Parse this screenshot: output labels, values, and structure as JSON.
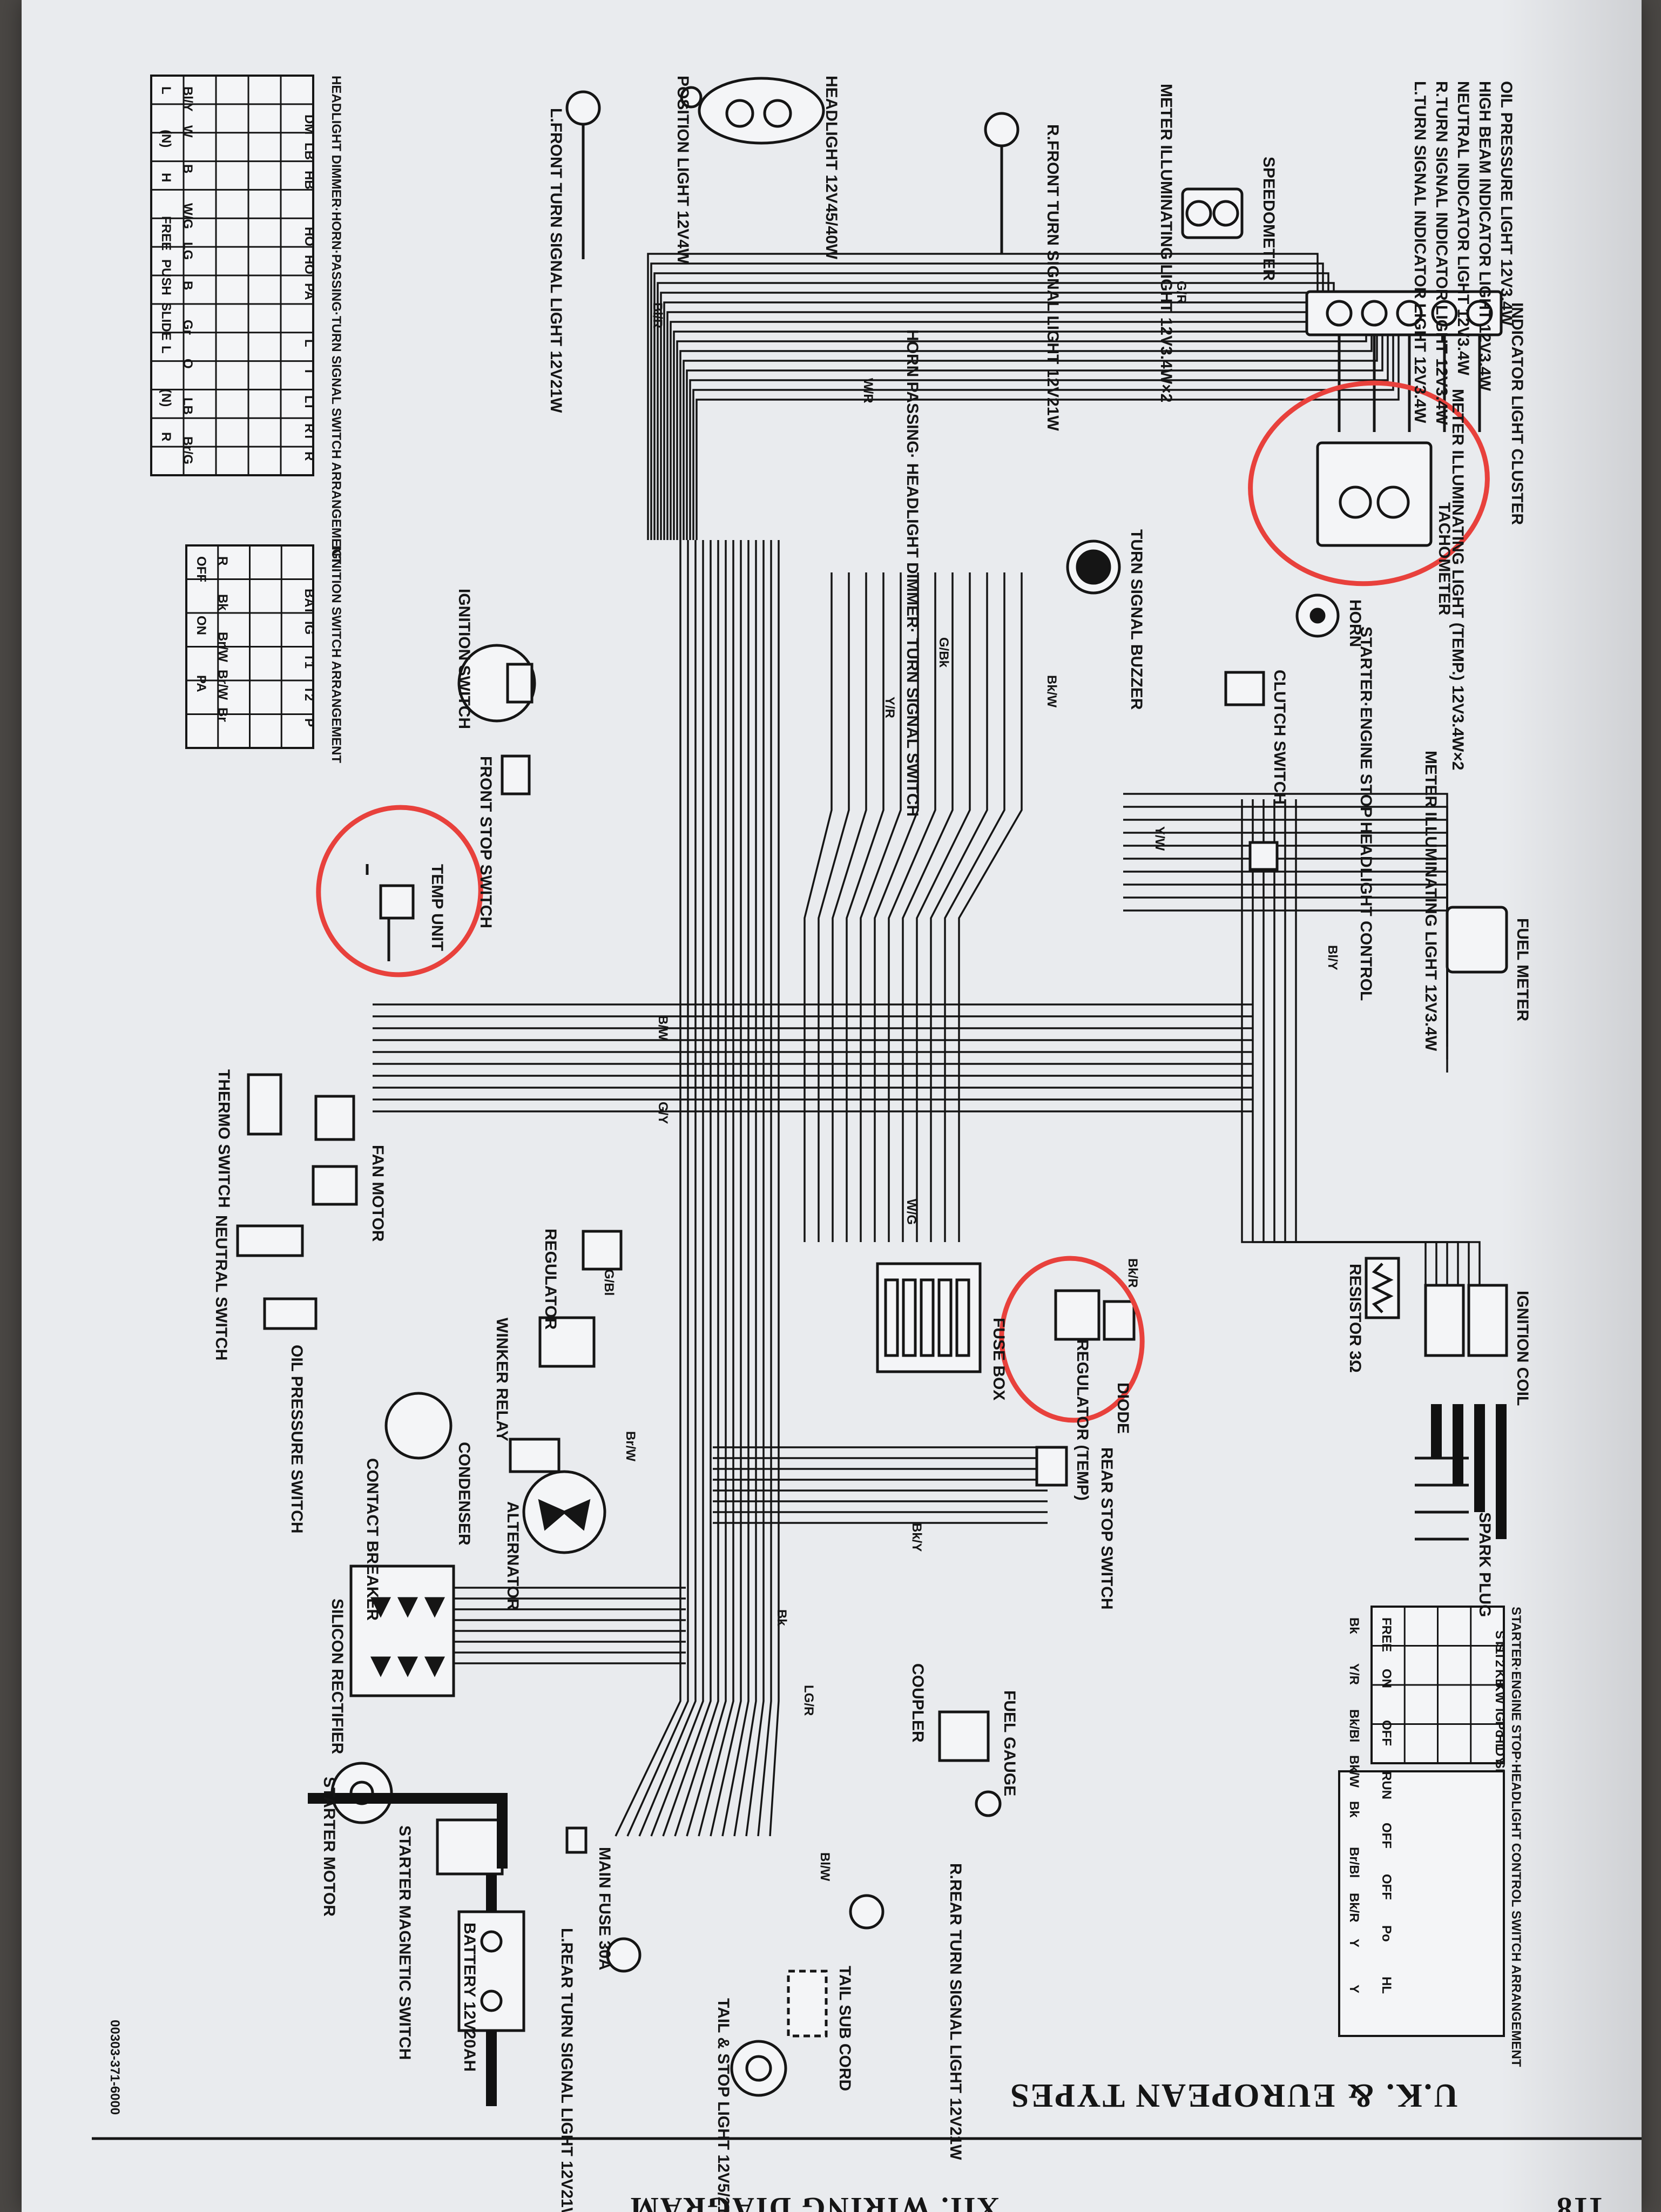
{
  "page": {
    "page_number": "118",
    "section_title": "XII. WIRING DIAGRAM",
    "header": "U.K. & EUROPEAN TYPES",
    "footer_code": "00303-371-6000"
  },
  "components": {
    "oil_pressure_light": "OIL PRESSURE LIGHT 12V3.4W",
    "high_beam_indicator": "HIGH BEAM INDICATOR LIGHT 12V3.4W",
    "neutral_indicator": "NEUTRAL INDICATOR LIGHT 12V3.4W",
    "r_turn_indicator": "R.TURN SIGNAL INDICATOR LIGHT 12V3.4W",
    "l_turn_indicator": "L.TURN SIGNAL INDICATOR LIGHT 12V3.4W",
    "indicator_cluster": "INDICATOR LIGHT CLUSTER",
    "meter_light_top": "METER ILLUMINATING LIGHT 12V3.4W×2",
    "speedometer": "SPEEDOMETER",
    "r_front_turn": "R.FRONT TURN SIGNAL LIGHT 12V21W",
    "headlight": "HEADLIGHT 12V45/40W",
    "position_light": "POSITION LIGHT 12V4W",
    "l_front_turn": "L.FRONT TURN SIGNAL LIGHT 12V21W",
    "tachometer": "TACHOMETER",
    "meter_light_temp": "METER ILLUMINATING LIGHT (TEMP.) 12V3.4W×2",
    "horn_switch": "HORN PASSING· HEADLIGHT DIMMER· TURN SIGNAL SWITCH",
    "turn_buzzer": "TURN SIGNAL BUZZER",
    "horn": "HORN",
    "starter_switch": "STARTER·ENGINE STOP HEADLIGHT CONTROL",
    "clutch_switch": "CLUTCH SWITCH",
    "ignition_switch": "IGNITION SWITCH",
    "front_stop": "FRONT STOP SWITCH",
    "meter_light_fuel": "METER ILLUMINATING LIGHT 12V3.4W",
    "fuel_meter": "FUEL METER",
    "temp_unit": "TEMP UNIT",
    "thermo_switch": "THERMO SWITCH",
    "fan_motor": "FAN MOTOR",
    "neutral_switch": "NEUTRAL SWITCH",
    "regulator": "REGULATOR",
    "winker_relay": "WINKER RELAY",
    "oil_pressure_switch": "OIL PRESSURE SWITCH",
    "fuse_box": "FUSE BOX",
    "regulator_temp": "REGULATOR (TEMP)",
    "diode": "DIODE",
    "resistor": "RESISTOR 3Ω",
    "ignition_coil": "IGNITION COIL",
    "spark_plug": "SPARK PLUG",
    "rear_stop": "REAR STOP SWITCH",
    "contact_breaker": "CONTACT BREAKER",
    "condenser": "CONDENSER",
    "alternator": "ALTERNATOR",
    "silicon_rectifier": "SILICON RECTIFIER",
    "coupler": "COUPLER",
    "fuel_gauge": "FUEL GAUGE",
    "starter_motor": "STARTER MOTOR",
    "starter_magnetic": "STARTER MAGNETIC SWITCH",
    "main_fuse": "MAIN FUSE 30A",
    "battery": "BATTERY 12V20AH",
    "r_rear_turn": "R.REAR TURN SIGNAL LIGHT 12V21W",
    "l_rear_turn": "L.REAR TURN SIGNAL LIGHT 12V21W",
    "tail_sub_cord": "TAIL SUB CORD",
    "tail_stop": "TAIL & STOP LIGHT 12V5/21W"
  },
  "wire_colors": [
    "Bl/R",
    "W/R",
    "G/Bk",
    "Bk/W",
    "Y/W",
    "B/W",
    "G/Y",
    "W/G",
    "Bk/R",
    "Bk/Y",
    "LG/R",
    "Bl/W",
    "Bl/Y",
    "G/Bl",
    "Br/W",
    "Y/R",
    "G/R",
    "Bk"
  ],
  "tables": {
    "dimmer_switch": {
      "title": "HEADLIGHT DIMMER·HORN·PASSING·TURN SIGNAL SWITCH ARRANGEMENT",
      "header": [
        "",
        "DM",
        "LB",
        "HB",
        "",
        "HO",
        "HO",
        "PA",
        "",
        "L",
        "T",
        "LT",
        "RT",
        "R"
      ],
      "rows": [
        "L",
        "(N)",
        "H",
        "FREE",
        "PUSH",
        "SLIDE",
        "L",
        "(N)",
        "R"
      ],
      "footer": [
        "Bl/Y",
        "W",
        "B",
        "W/G",
        "LG",
        "B",
        "Gr",
        "O",
        "LB",
        "Br/G"
      ]
    },
    "ignition_switch_arr": {
      "title": "IGNITION SWITCH ARRANGEMENT",
      "header": [
        "",
        "BAT",
        "IG",
        "T1",
        "T2",
        "P"
      ],
      "rows": [
        "OFF",
        "ON",
        "PA"
      ],
      "footer": [
        "R",
        "Bk",
        "Br/W",
        "Br/W",
        "Br"
      ]
    },
    "starter_switch_arr": {
      "title": "STARTER·ENGINE STOP·HEADLIGHT CONTROL SWITCH ARRANGEMENT",
      "header": [
        "",
        "ST1",
        "ST2",
        "",
        "KB",
        "KW",
        "",
        "IG",
        "Po",
        "HL",
        "DY",
        "SI"
      ],
      "rows": [
        "FREE",
        "ON",
        "OFF",
        "RUN",
        "OFF",
        "OFF",
        "Po",
        "HL"
      ],
      "footer": [
        "Bk",
        "Y/R",
        "Bk/Bl",
        "Bk/W",
        "Bk",
        "Br/Bl",
        "Bk/R",
        "Y",
        "Y"
      ]
    }
  }
}
